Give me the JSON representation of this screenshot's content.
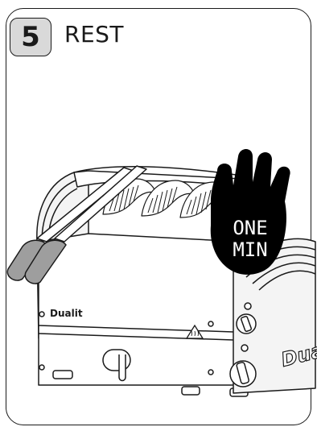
{
  "step": {
    "number": "5",
    "title": "REST"
  },
  "hand_badge": {
    "line1": "ONE",
    "line2": "MIN"
  },
  "toaster": {
    "front_brand": "Dualit",
    "side_brand": "Dua"
  },
  "icons": {
    "warning": "hot-surface-warning-icon"
  },
  "colors": {
    "outline": "#1a1a1a",
    "step_box_fill": "#d9d9d9",
    "tong_grip": "#9e9e9e",
    "hand_fill": "#000000",
    "badge_text": "#ffffff"
  }
}
